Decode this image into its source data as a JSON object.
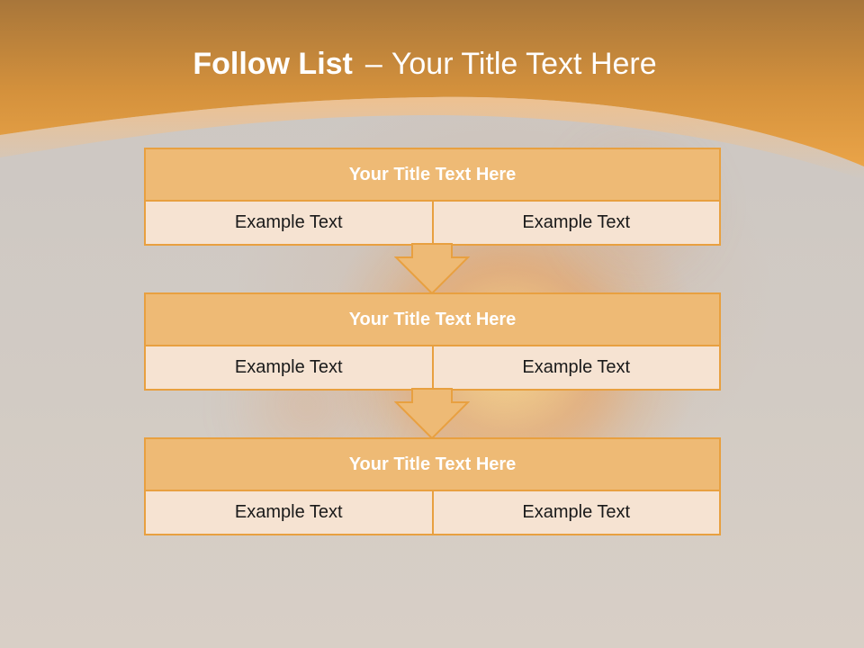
{
  "slide": {
    "title_bold": "Follow List",
    "title_separator": "–",
    "title_rest": "Your Title Text Here"
  },
  "steps": [
    {
      "title": "Your Title Text Here",
      "left_text": "Example Text",
      "right_text": "Example Text"
    },
    {
      "title": "Your Title Text Here",
      "left_text": "Example Text",
      "right_text": "Example Text"
    },
    {
      "title": "Your Title Text Here",
      "left_text": "Example Text",
      "right_text": "Example Text"
    }
  ],
  "colors": {
    "band_top": "#a8763a",
    "band_bottom": "#eaa448",
    "accent": "#e8a040",
    "header_fill": "#eeba75",
    "cell_fill": "#f6e3d2",
    "background": "#cfc9c3"
  },
  "icons": {
    "arrow": "down-arrow-icon"
  }
}
